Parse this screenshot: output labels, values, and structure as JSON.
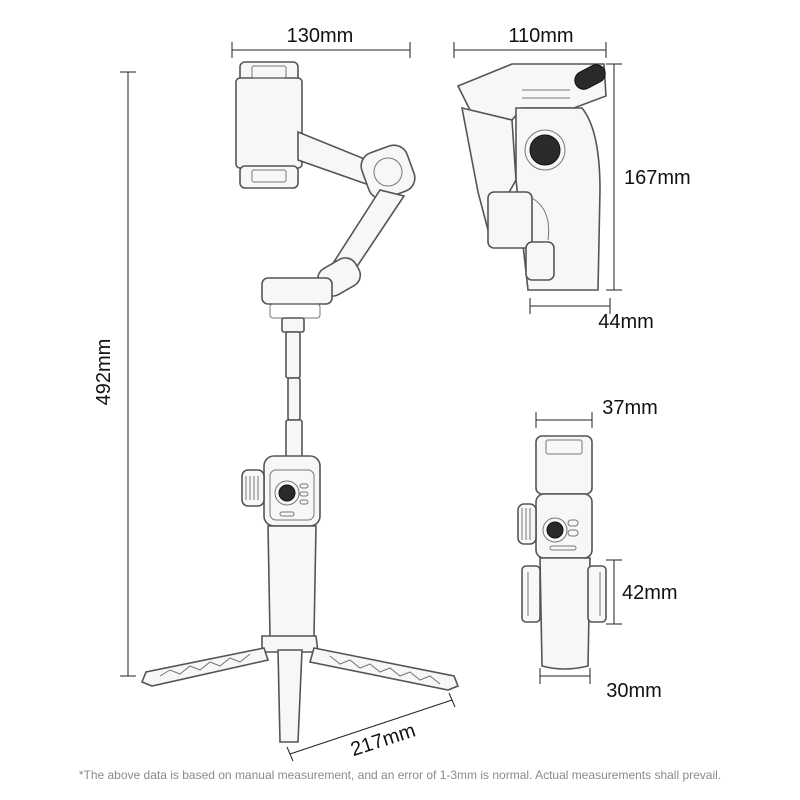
{
  "dimensions": {
    "phone_clamp_width": "130mm",
    "folded_width": "110mm",
    "folded_height": "167mm",
    "folded_depth": "44mm",
    "total_height": "492mm",
    "tripod_span": "217mm",
    "side_top_width": "37mm",
    "side_height": "42mm",
    "side_bottom_width": "30mm"
  },
  "footnote": "*The above data is based on manual measurement, and an error of 1-3mm is normal. Actual measurements shall prevail.",
  "icons": [
    "gimbal-front-view",
    "gimbal-folded-view",
    "gimbal-side-view"
  ]
}
